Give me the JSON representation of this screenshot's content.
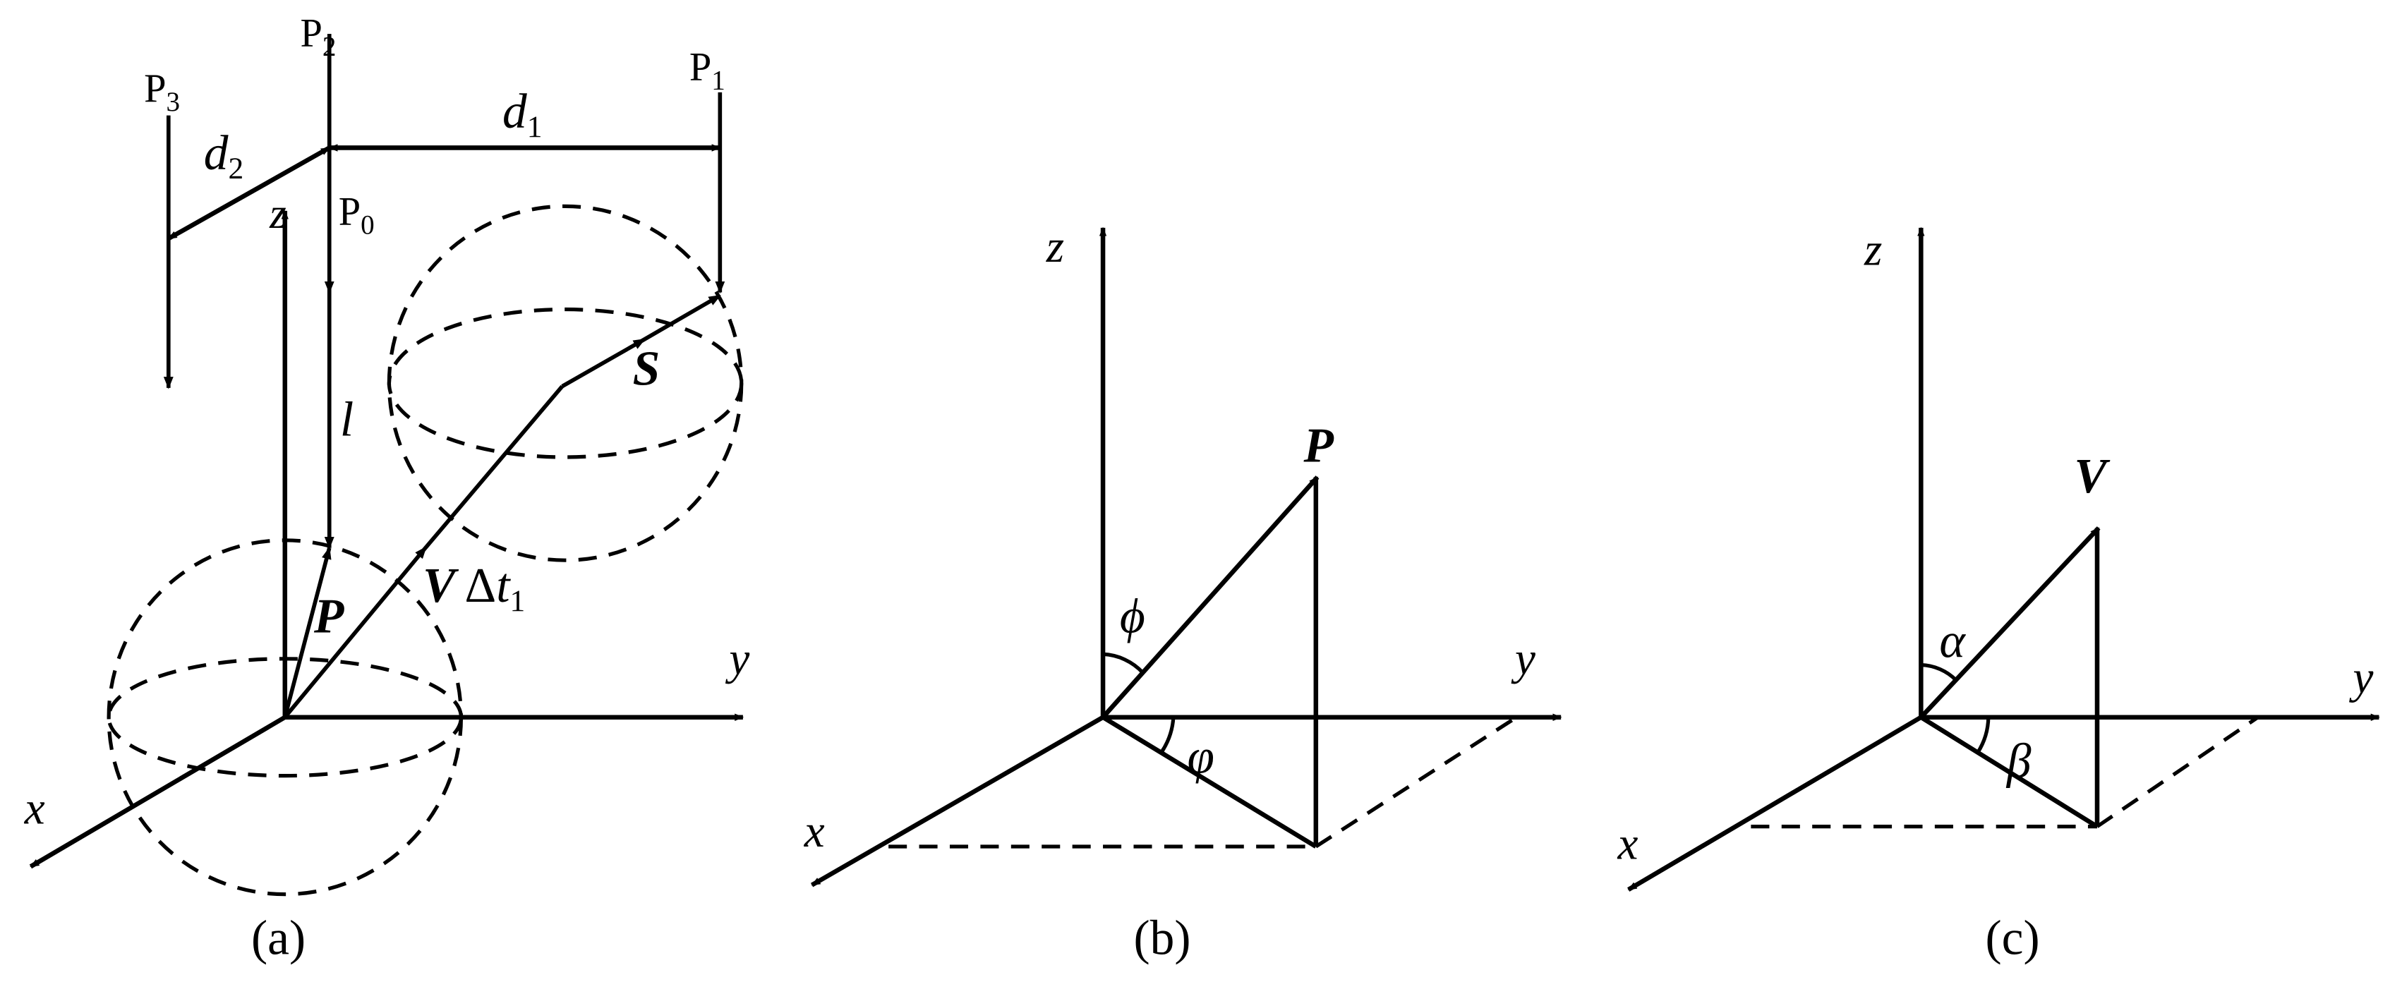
{
  "panels": {
    "a": {
      "caption": "(a)",
      "x_axis": "x",
      "y_axis": "y",
      "z_axis": "z",
      "p0": {
        "base": "P",
        "sub": "0"
      },
      "p1": {
        "base": "P",
        "sub": "1"
      },
      "p2": {
        "base": "P",
        "sub": "2"
      },
      "p3": {
        "base": "P",
        "sub": "3"
      },
      "d1": {
        "base": "d",
        "sub": "1"
      },
      "d2": {
        "base": "d",
        "sub": "2"
      },
      "l": "l",
      "vec_p": "P",
      "vec_s": "S",
      "v_dt": {
        "v": "V",
        "delta": "Δ",
        "t": "t",
        "sub": "1"
      }
    },
    "b": {
      "caption": "(b)",
      "x_axis": "x",
      "y_axis": "y",
      "z_axis": "z",
      "vec": "P",
      "polar_angle": "ϕ",
      "azimuth_angle": "φ"
    },
    "c": {
      "caption": "(c)",
      "x_axis": "x",
      "y_axis": "y",
      "z_axis": "z",
      "vec": "V",
      "polar_angle": "α",
      "azimuth_angle": "β"
    }
  }
}
